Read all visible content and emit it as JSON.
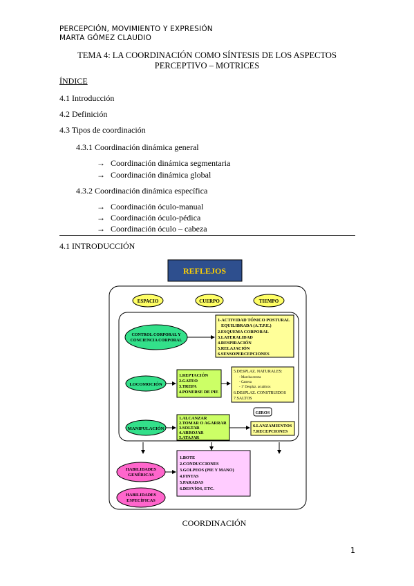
{
  "header": {
    "line1": "PERCEPCIÓN, MOVIMIENTO Y EXPRESIÓN",
    "line2": "MARTA GÓMEZ CLAUDIO"
  },
  "title": {
    "line1": "TEMA 4: LA COORDINACIÓN COMO SÍNTESIS DE LOS ASPECTOS",
    "line2": "PERCEPTIVO – MOTRICES"
  },
  "index": {
    "heading": "ÍNDICE",
    "items": [
      "4.1 Introducción",
      "4.2 Definición",
      "4.3 Tipos de coordinación",
      "4.3.1 Coordinación dinámica general",
      "Coordinación dinámica segmentaria",
      "Coordinación dinámica global",
      "4.3.2 Coordinación dinámica específica",
      "Coordinación óculo-manual",
      "Coordinación óculo-pédica",
      "Coordinación óculo – cabeza"
    ],
    "arrow": "→"
  },
  "section_heading": "4.1 INTRODUCCIÓN",
  "diagram": {
    "top_box": "REFLEJOS",
    "ellipses_top": [
      "ESPACIO",
      "CUERPO",
      "TIEMPO"
    ],
    "left_ellipses": [
      "CONTROL CORPORAL Y CONCIENCIA CORPORAL",
      "LOCOMOCIÓN",
      "MANIPULACIÓN"
    ],
    "control_list": [
      "1-ACTIVIDAD TÓNICO POSTURAL",
      "EQUILIBRADA (A.T.P.E.)",
      "2.ESQUEMA CORPORAL",
      "3.LATERALIDAD",
      "4.RESPIRACIÓN",
      "5.RELAJACIÓN",
      "6.SENSOPERCEPCIONES"
    ],
    "locomocion_list": [
      "1.REPTACIÓN",
      "2.GATEO",
      "3.TREPA",
      "4.PONERSE DE PIE"
    ],
    "desplaz_list": [
      "5.DESPLAZ. NATURALES:",
      "- Marcha erecta",
      "- Carrera",
      "- 1º Desplaz. acuáticos",
      "6.DESPLAZ. CONSTRUIDOS",
      "7.SALTOS"
    ],
    "giros": "GIROS",
    "manipulacion_list": [
      "1.ALCANZAR",
      "2.TOMAR O AGARRAR",
      "3.SOLTAR",
      "4.ARROJAR",
      "5.ATAJAR"
    ],
    "lanzamientos_list": [
      "6.LANZAMIENTOS",
      "7.RECEPCIONES"
    ],
    "habilidades": [
      "HABILIDADES GENÉRICAS",
      "HABILIDADES ESPECÍFICAS"
    ],
    "habilidades_list": [
      "1.BOTE",
      "2.CONDUCCIONES",
      "3.GOLPEOS (PIE Y MANO)",
      "4.FINTAS",
      "5.PARADAS",
      "6.DESVÍOS, ETC."
    ]
  },
  "caption": "COORDINACIÓN",
  "page_number": "1",
  "colors": {
    "reflejos_fill": "#2e4f8e",
    "reflejos_text": "#ffd000",
    "yellow": "#ffff66",
    "green": "#33e08a",
    "lightgreen": "#ccff66",
    "lightyellow": "#ffff99",
    "pink": "#ff66cc",
    "lavender": "#ffccff"
  }
}
